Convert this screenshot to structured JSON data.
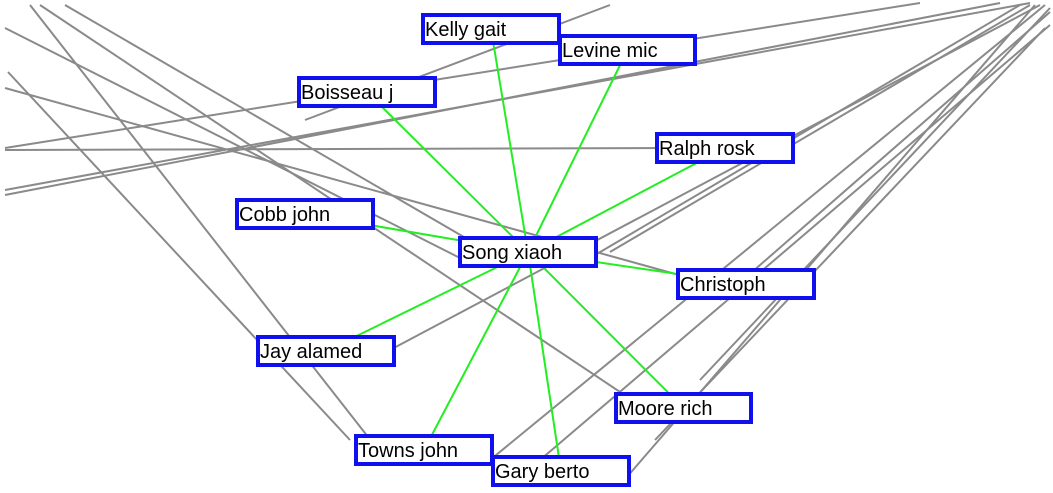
{
  "graph": {
    "center_node": "song",
    "colors": {
      "edge_gray": "#8a8a8a",
      "edge_green": "#22ee22",
      "node_border": "#1010ee",
      "node_fill": "#ffffff",
      "label": "#000000"
    },
    "nodes": [
      {
        "id": "kelly",
        "label": "Kelly gait"
      },
      {
        "id": "levine",
        "label": "Levine mic"
      },
      {
        "id": "boisseau",
        "label": "Boisseau j"
      },
      {
        "id": "ralph",
        "label": "Ralph rosk"
      },
      {
        "id": "cobb",
        "label": "Cobb john"
      },
      {
        "id": "song",
        "label": "Song xiaoh"
      },
      {
        "id": "christoph",
        "label": "Christoph"
      },
      {
        "id": "jay",
        "label": "Jay alamed"
      },
      {
        "id": "moore",
        "label": "Moore rich"
      },
      {
        "id": "towns",
        "label": "Towns john"
      },
      {
        "id": "gary",
        "label": "Gary berto"
      }
    ],
    "related_edges": [
      {
        "from": "song",
        "to": "kelly"
      },
      {
        "from": "song",
        "to": "levine"
      },
      {
        "from": "song",
        "to": "boisseau"
      },
      {
        "from": "song",
        "to": "ralph"
      },
      {
        "from": "song",
        "to": "cobb"
      },
      {
        "from": "song",
        "to": "christoph"
      },
      {
        "from": "song",
        "to": "jay"
      },
      {
        "from": "song",
        "to": "moore"
      },
      {
        "from": "song",
        "to": "towns"
      },
      {
        "from": "song",
        "to": "gary"
      }
    ]
  }
}
